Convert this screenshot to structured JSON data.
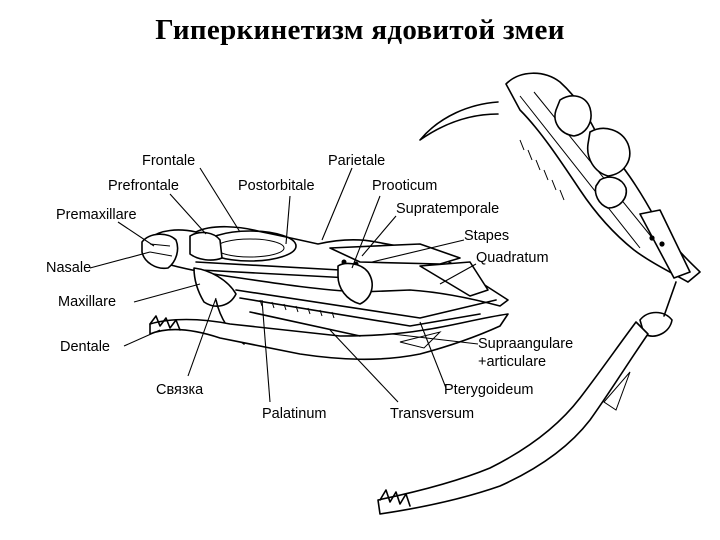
{
  "title": "Гиперкинетизм ядовитой змеи",
  "labels": {
    "frontale": "Frontale",
    "parietale": "Parietale",
    "prefrontale": "Prefrontale",
    "postorbitale": "Postorbitale",
    "prooticum": "Prooticum",
    "premaxillare": "Premaxillare",
    "supratemporale": "Supratemporale",
    "stapes": "Stapes",
    "nasale": "Nasale",
    "quadratum": "Quadratum",
    "maxillare": "Maxillare",
    "dentale": "Dentale",
    "supraangulare_line1": "Supraangulare",
    "supraangulare_line2": "+articulare",
    "svyazka": "Связка",
    "pterygoideum": "Pterygoideum",
    "palatinum": "Palatinum",
    "transversum": "Transversum"
  }
}
